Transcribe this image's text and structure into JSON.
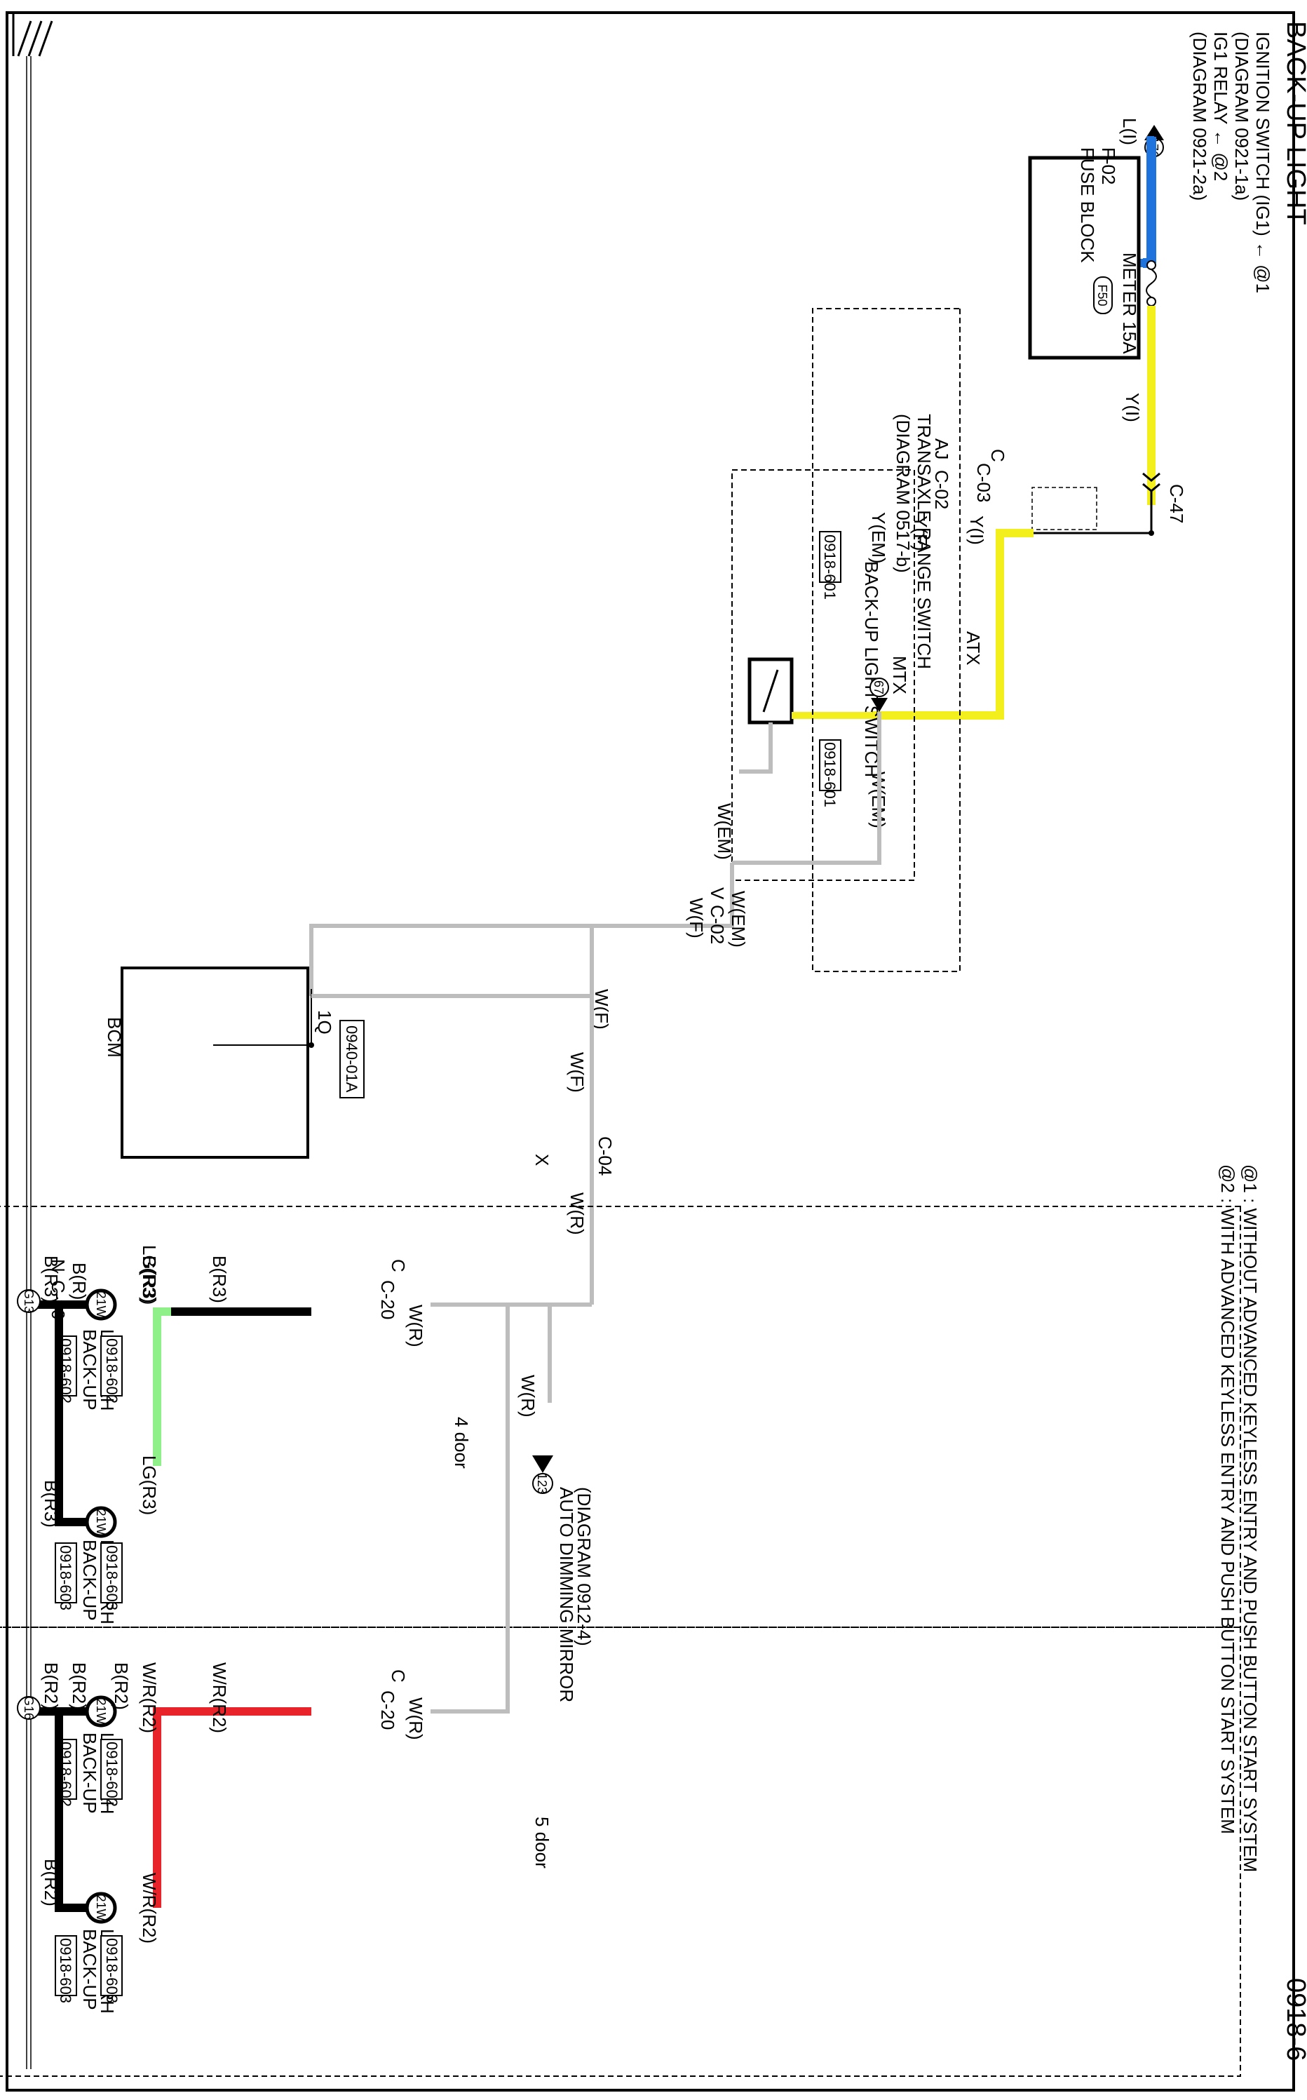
{
  "title": "BACK-UP LIGHT",
  "page_number": "0918-6",
  "notes": {
    "ignition_switch": "IGNITION SWITCH (IG1) ← @1",
    "ignition_switch_ref": "(DIAGRAM 0921-1a)",
    "ig1_relay": "IG1 RELAY ← @2",
    "ig1_relay_ref": "(DIAGRAM 0921-2a)",
    "option1": "@1 : WITHOUT ADVANCED KEYLESS ENTRY AND PUSH BUTTON START SYSTEM",
    "option2": "@2 : WITH ADVANCED KEYLESS ENTRY AND PUSH BUTTON START SYSTEM"
  },
  "fuse": {
    "block_code": "F-02",
    "block_name": "FUSE BLOCK",
    "fuse_label": "METER 15A",
    "fuse_id": "F50",
    "input_ref": "176",
    "input_wire": "L(I)"
  },
  "connectors": {
    "c47": "C-47",
    "c02": "C-02",
    "c03": "C-03",
    "c04": "C-04",
    "c20": "C-20",
    "pin_c": "C",
    "pin_aj": "AJ",
    "pin_v": "V",
    "pin_x": "X",
    "pin_n": "N",
    "pin_1q": "1Q"
  },
  "wires": {
    "y_i": "Y(I)",
    "y_f": "Y(F)",
    "y_em": "Y(EM)",
    "w_em": "W(EM)",
    "w_f": "W(F)",
    "w_r": "W(R)",
    "b_r3": "B(R3)",
    "b_r": "B(R)",
    "b_r2": "B(R2)",
    "lg_r3": "LG(R3)",
    "wr_r2": "W/R(R2)"
  },
  "mtx": {
    "label": "MTX",
    "switch_name": "BACK-UP LIGHT SWITCH",
    "code": "0918-601"
  },
  "atx": {
    "label": "ATX",
    "switch_name": "TRANSAXLE RANGE SWITCH",
    "ref": "(DIAGRAM 0517-b)",
    "marker": "67"
  },
  "bcm": {
    "name": "BCM",
    "code": "0940-01A"
  },
  "mirror": {
    "marker": "123",
    "name": "AUTO DIMMING MIRROR",
    "ref": "(DIAGRAM 0912-4)"
  },
  "four_door": {
    "label": "4 door",
    "lh": {
      "code": "0918-602",
      "name1": "BACK-UP",
      "name2": "LIGHT LH",
      "watt": "21W"
    },
    "rh": {
      "code": "0918-603",
      "name1": "BACK-UP",
      "name2": "LIGHT RH",
      "watt": "21W"
    },
    "ground": "G13"
  },
  "five_door": {
    "label": "5 door",
    "lh": {
      "code": "0918-602",
      "name1": "BACK-UP",
      "name2": "LIGHT LH",
      "watt": "21W"
    },
    "rh": {
      "code": "0918-603",
      "name1": "BACK-UP",
      "name2": "LIGHT RH",
      "watt": "21W"
    },
    "ground": "G16"
  },
  "colors": {
    "blue": "#1e73dc",
    "yellow": "#f3ef1c",
    "green": "#8ff08a",
    "red": "#e8232a",
    "black": "#000000",
    "white_wire": "#bdbdbd"
  }
}
